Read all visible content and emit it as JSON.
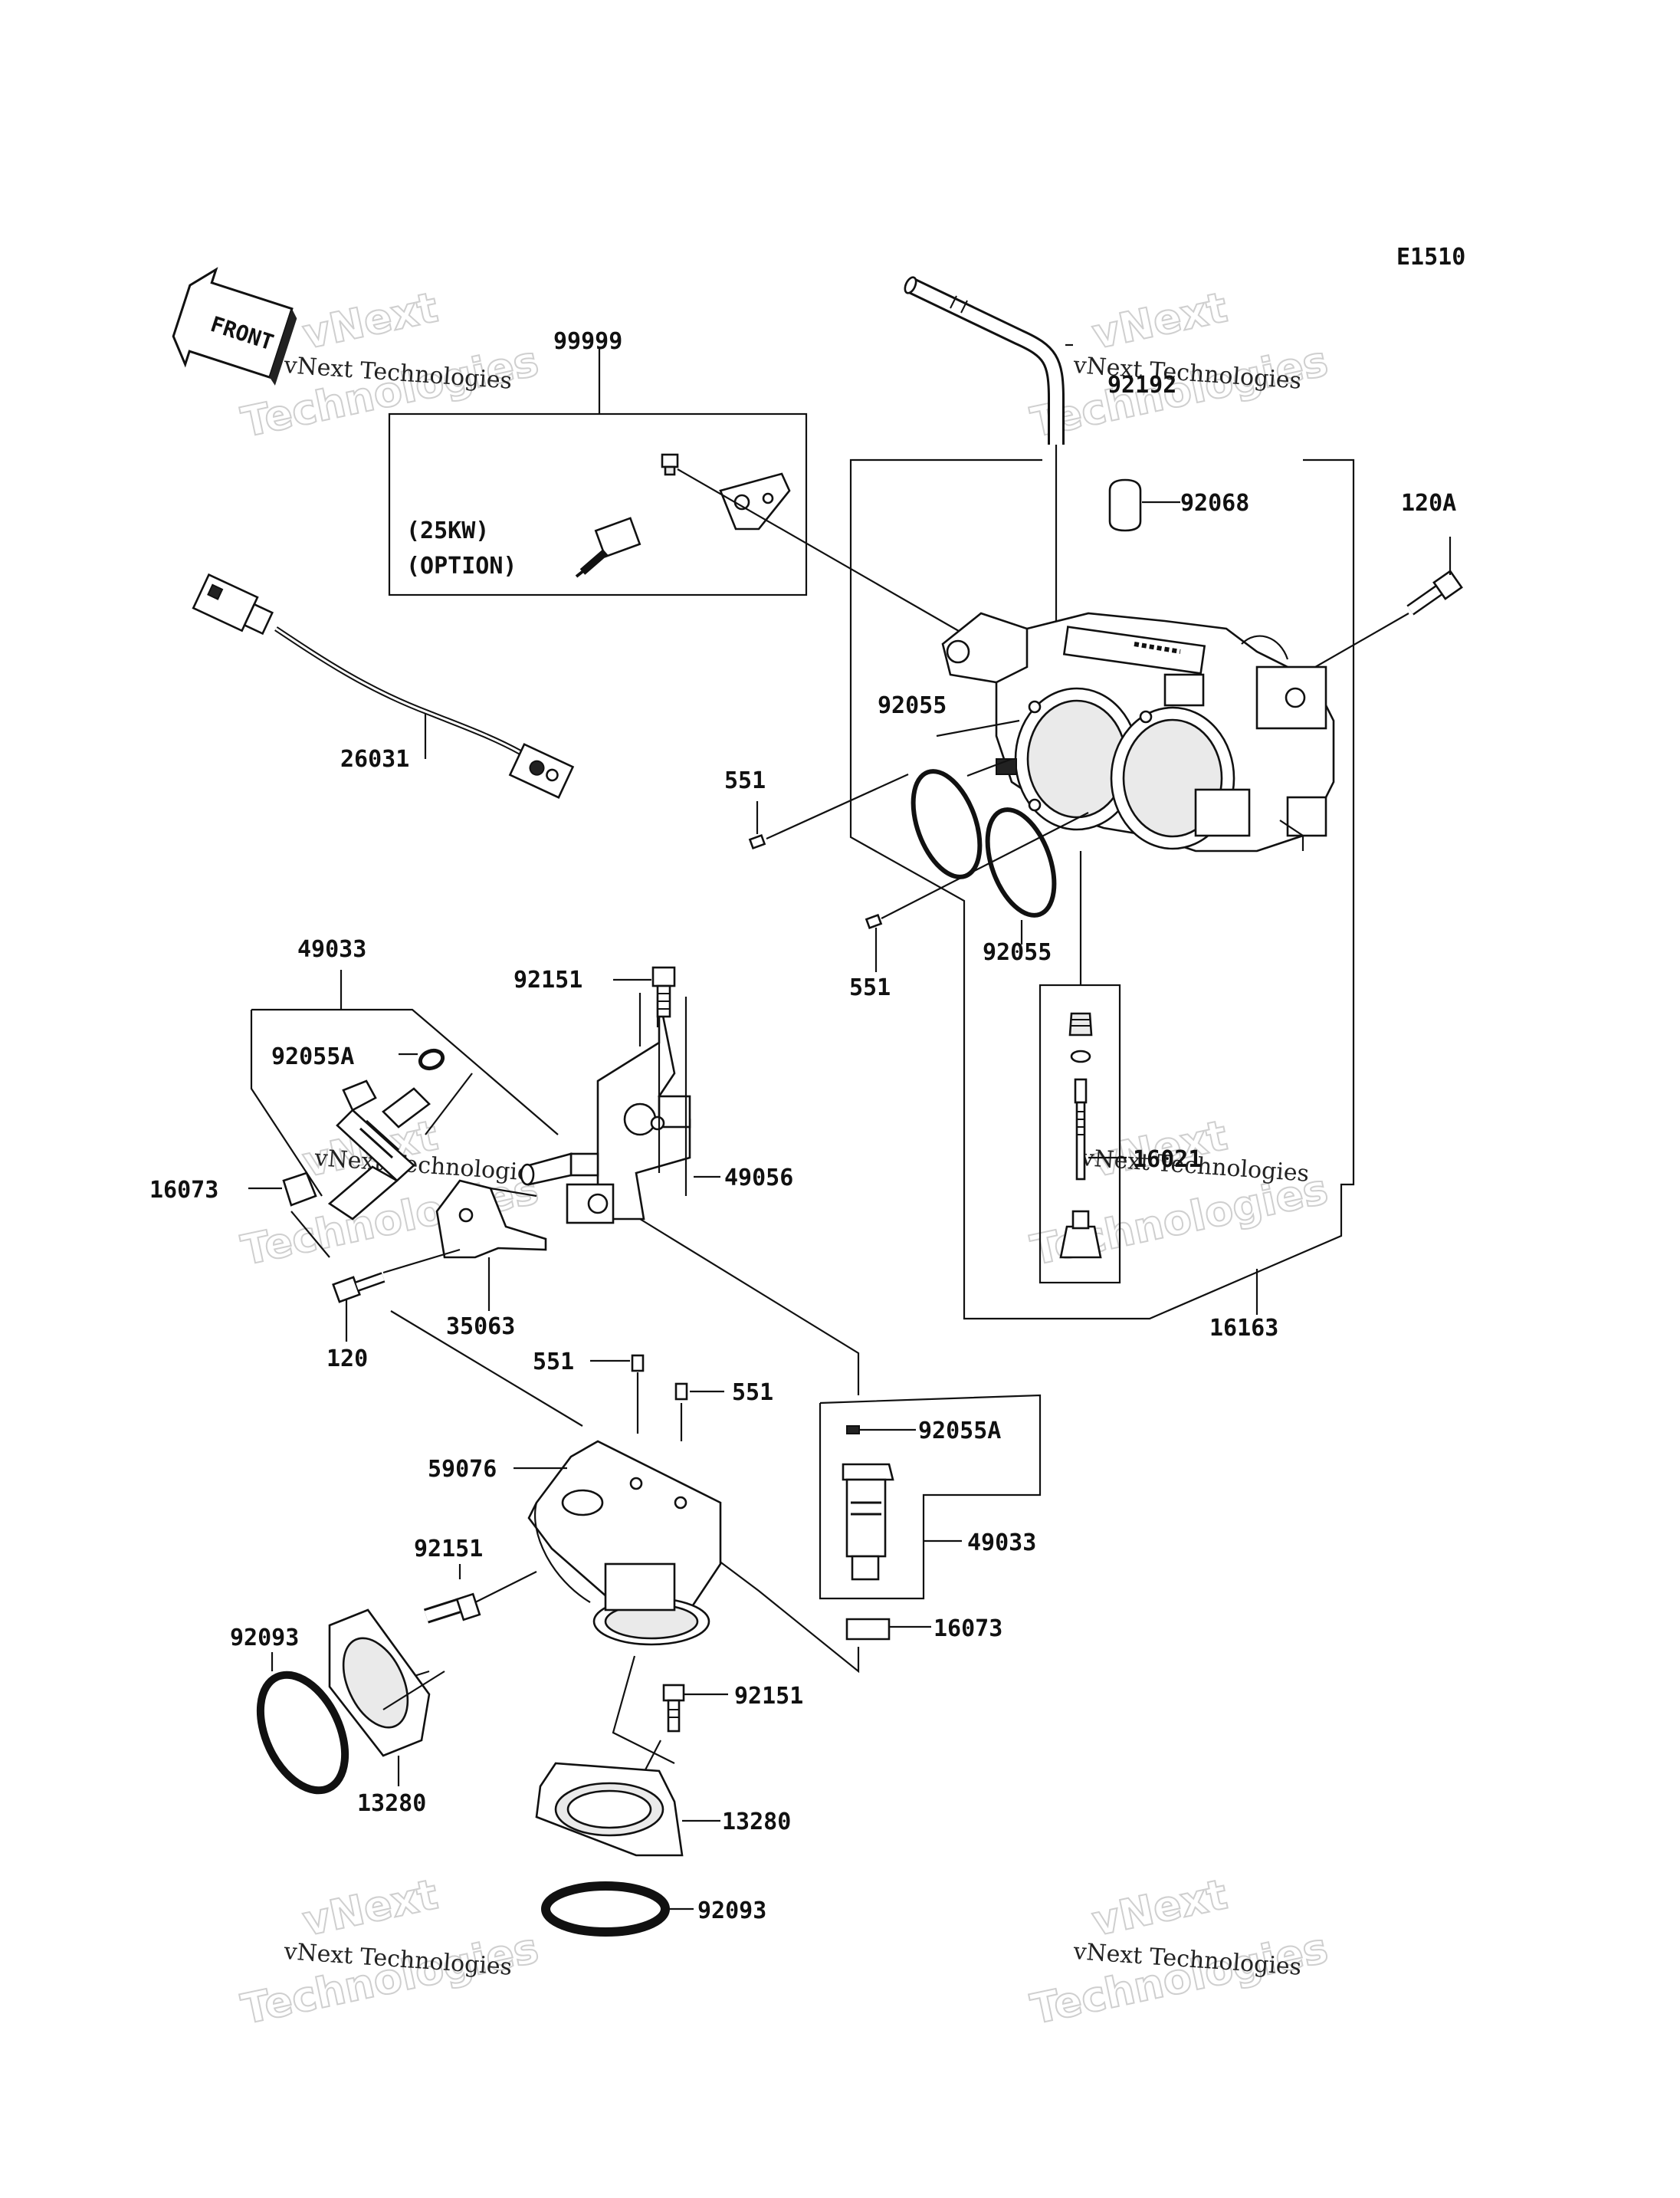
{
  "diagram_code": "E1510",
  "front_label": "FRONT",
  "option_text_1": "(25KW)",
  "option_text_2": "(OPTION)",
  "watermark_small": "vNext Technologies",
  "watermark_big_top": "vNext",
  "watermark_big_bottom": "Technologies",
  "labels": [
    {
      "id": "99999",
      "text": "99999"
    },
    {
      "id": "92192",
      "text": "92192"
    },
    {
      "id": "92068",
      "text": "92068"
    },
    {
      "id": "120A",
      "text": "120A"
    },
    {
      "id": "26031",
      "text": "26031"
    },
    {
      "id": "92055-a",
      "text": "92055"
    },
    {
      "id": "551-a",
      "text": "551"
    },
    {
      "id": "92055-b",
      "text": "92055"
    },
    {
      "id": "551-b",
      "text": "551"
    },
    {
      "id": "49033-a",
      "text": "49033"
    },
    {
      "id": "92151-a",
      "text": "92151"
    },
    {
      "id": "92055A-a",
      "text": "92055A"
    },
    {
      "id": "16021",
      "text": "16021"
    },
    {
      "id": "16073-a",
      "text": "16073"
    },
    {
      "id": "49056",
      "text": "49056"
    },
    {
      "id": "35063",
      "text": "35063"
    },
    {
      "id": "16163",
      "text": "16163"
    },
    {
      "id": "120",
      "text": "120"
    },
    {
      "id": "551-c",
      "text": "551"
    },
    {
      "id": "551-d",
      "text": "551"
    },
    {
      "id": "92055A-b",
      "text": "92055A"
    },
    {
      "id": "59076",
      "text": "59076"
    },
    {
      "id": "49033-b",
      "text": "49033"
    },
    {
      "id": "92151-b",
      "text": "92151"
    },
    {
      "id": "92093-a",
      "text": "92093"
    },
    {
      "id": "16073-b",
      "text": "16073"
    },
    {
      "id": "92151-c",
      "text": "92151"
    },
    {
      "id": "13280-a",
      "text": "13280"
    },
    {
      "id": "13280-b",
      "text": "13280"
    },
    {
      "id": "92093-b",
      "text": "92093"
    }
  ]
}
